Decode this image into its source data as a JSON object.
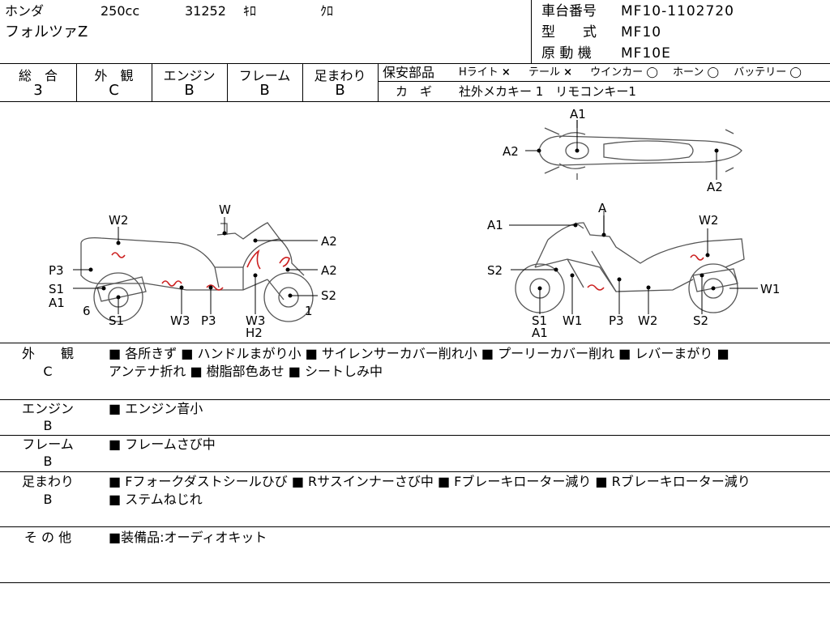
{
  "header": {
    "maker": "ホンダ",
    "displacement": "250cc",
    "mileage": "31252",
    "mileage_unit": "ｷﾛ",
    "color": "ｸﾛ",
    "model_name": "フォルツァZ",
    "frame_no_label": "車台番号",
    "frame_no": "MF10-1102720",
    "type_label": "型　　式",
    "type": "MF10",
    "engine_label": "原 動 機",
    "engine": "MF10E"
  },
  "grades": [
    {
      "label": "総　合",
      "value": "3"
    },
    {
      "label": "外　観",
      "value": "C"
    },
    {
      "label": "エンジン",
      "value": "B"
    },
    {
      "label": "フレーム",
      "value": "B"
    },
    {
      "label": "足まわり",
      "value": "B"
    }
  ],
  "safety": {
    "label": "保安部品",
    "items": [
      {
        "name": "Hライト",
        "mark": "×"
      },
      {
        "name": "テール",
        "mark": "×"
      },
      {
        "name": "ウインカー",
        "mark": "◯"
      },
      {
        "name": "ホーン",
        "mark": "◯"
      },
      {
        "name": "バッテリー",
        "mark": "◯"
      }
    ],
    "key_label": "カ　ギ",
    "key_value": "社外メカキー 1　リモコンキー1"
  },
  "diagram": {
    "top_labels": [
      "A1",
      "A2",
      "A2"
    ],
    "left_labels": [
      "W",
      "W2",
      "A2",
      "P3",
      "A2",
      "S1",
      "A1",
      "S2",
      "6",
      "1",
      "S1",
      "W3",
      "P3",
      "W3",
      "H2"
    ],
    "right_labels": [
      "A",
      "A1",
      "W2",
      "S2",
      "W1",
      "S1",
      "A1",
      "W1",
      "P3",
      "W2",
      "S2"
    ]
  },
  "sections": [
    {
      "label": "外　　観",
      "grade": "C",
      "lines": [
        "■ 各所きず ■ ハンドルまがり小 ■ サイレンサーカバー削れ小 ■ プーリーカバー削れ ■ レバーまがり ■",
        "アンテナ折れ ■ 樹脂部色あせ ■ シートしみ中"
      ]
    },
    {
      "label": "エンジン",
      "grade": "B",
      "lines": [
        "■ エンジン音小"
      ]
    },
    {
      "label": "フレーム",
      "grade": "B",
      "lines": [
        "■ フレームさび中"
      ]
    },
    {
      "label": "足まわり",
      "grade": "B",
      "lines": [
        "■ Fフォークダストシールひび ■ Rサスインナーさび中 ■ Fブレーキローター減り ■ Rブレーキローター減り",
        "■ ステムねじれ"
      ]
    },
    {
      "label": "そ の 他",
      "grade": "",
      "lines": [
        "■装備品:オーディオキット"
      ]
    }
  ],
  "colors": {
    "damage_mark": "#cc1f1f",
    "line": "#000000",
    "bike_outline": "#555555"
  }
}
